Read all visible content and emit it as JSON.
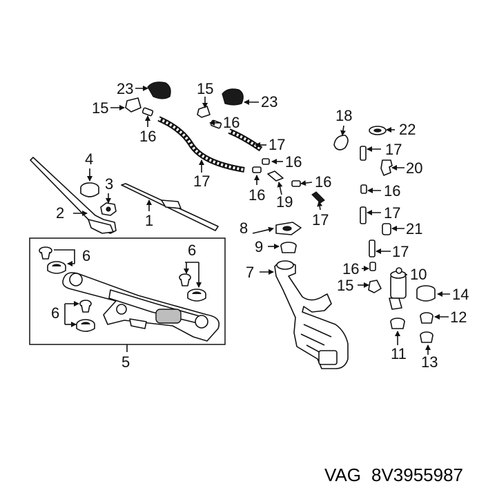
{
  "footer": {
    "brand": "VAG",
    "part_number": "8V3955987"
  },
  "callouts": {
    "c1": "1",
    "c2": "2",
    "c3": "3",
    "c4": "4",
    "c5": "5",
    "c6a": "6",
    "c6b": "6",
    "c6c": "6",
    "c7": "7",
    "c8": "8",
    "c9": "9",
    "c10": "10",
    "c11": "11",
    "c12": "12",
    "c13": "13",
    "c14": "14",
    "c15a": "15",
    "c15b": "15",
    "c15c": "15",
    "c16a": "16",
    "c16b": "16",
    "c16c": "16",
    "c16d": "16",
    "c16e": "16",
    "c16f": "16",
    "c16g": "16",
    "c17a": "17",
    "c17b": "17",
    "c17c": "17",
    "c17d": "17",
    "c17e": "17",
    "c17f": "17",
    "c18": "18",
    "c19": "19",
    "c20": "20",
    "c21": "21",
    "c22": "22",
    "c23a": "23",
    "c23b": "23"
  }
}
